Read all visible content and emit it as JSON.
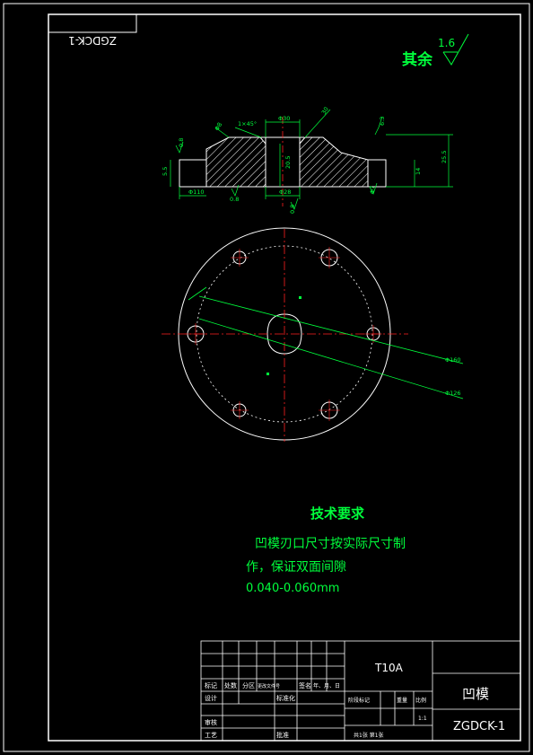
{
  "drawing_number_mirrored": "ZGDCK-1",
  "surface_finish": {
    "label": "其余",
    "value": "1.6"
  },
  "section_dimensions": {
    "chamfer": "1×45°",
    "top_bore": "Φ30",
    "total_height": "25.5",
    "inner_height": "20.5",
    "flange_height": "14",
    "left_step": "5.5",
    "bottom_bore": "Φ28",
    "bottom_left": "Φ110",
    "roughness_a": "0.8",
    "roughness_b": "0.8",
    "roughness_c": "0.8",
    "roughness_d": "6.3",
    "small_a": "Φ8",
    "small_b": "Φ7",
    "small_c": "30"
  },
  "plan_dimensions": {
    "outer": "Φ160",
    "bolt_circle": "Φ126"
  },
  "technical_requirements": {
    "title": "技术要求",
    "line1": "凹模刃口尺寸按实际尺寸制",
    "line2": "作，保证双面间隙",
    "line3": "0.040-0.060mm"
  },
  "title_block": {
    "material": "T10A",
    "part_name": "凹模",
    "drawing_number": "ZGDCK-1",
    "scale": "1:1",
    "row_headers": [
      "标记",
      "处数",
      "分区",
      "更改文件号",
      "签名",
      "年、月、日"
    ],
    "design": "设计",
    "standardization": "标准化",
    "stage_mark": "阶段标记",
    "weight": "重量",
    "scale_label": "比例",
    "review": "审核",
    "process": "工艺",
    "approve": "批准",
    "sheet_info": "共1张  第1张"
  },
  "colors": {
    "line": "#ffffff",
    "dimension": "#00ff3c",
    "centerline": "#ff2020",
    "text": "#00ff3c"
  }
}
